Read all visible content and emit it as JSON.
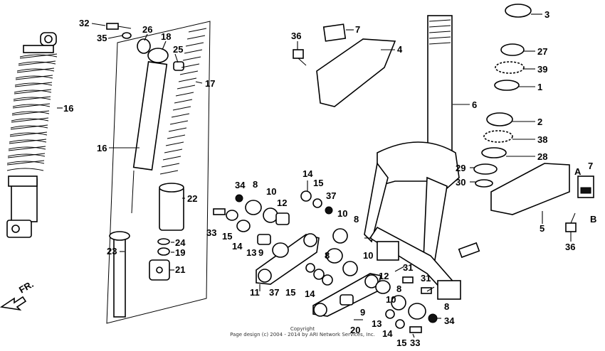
{
  "callouts": {
    "c32": "32",
    "c35": "35",
    "c26": "26",
    "c18": "18",
    "c25": "25",
    "c17": "17",
    "c16a": "16",
    "c16b": "16",
    "c22": "22",
    "c24": "24",
    "c19": "19",
    "c21": "21",
    "c23": "23",
    "c36a": "36",
    "c7a": "7",
    "c4": "4",
    "c6": "6",
    "c3": "3",
    "c27": "27",
    "c39": "39",
    "c1": "1",
    "c2": "2",
    "c38": "38",
    "c28": "28",
    "c29": "29",
    "c30": "30",
    "c7b": "7",
    "cA": "A",
    "cB": "B",
    "c5": "5",
    "c36b": "36",
    "c34a": "34",
    "c8a": "8",
    "c10a": "10",
    "c14a": "14",
    "c15a": "15",
    "c37a": "37",
    "c12a": "12",
    "c33a": "33",
    "c15b": "15",
    "c14b": "14",
    "c13a": "13",
    "c9a": "9",
    "c10b": "10",
    "c8b": "8",
    "c8c": "8",
    "c10c": "10",
    "c11": "11",
    "c37b": "37",
    "c15c": "15",
    "c14c": "14",
    "c12b": "12",
    "c31a": "31",
    "c31b": "31",
    "c8d": "8",
    "c10d": "10",
    "c8e": "8",
    "c9b": "9",
    "c20": "20",
    "c13b": "13",
    "c14d": "14",
    "c15d": "15",
    "c33b": "33",
    "c34b": "34"
  },
  "direction_label": "FR.",
  "copyright": {
    "line1": "Copyright",
    "line2": "Page design (c) 2004 - 2014 by ARI Network Services, Inc."
  },
  "colors": {
    "ink": "#000000",
    "paper": "#ffffff"
  }
}
